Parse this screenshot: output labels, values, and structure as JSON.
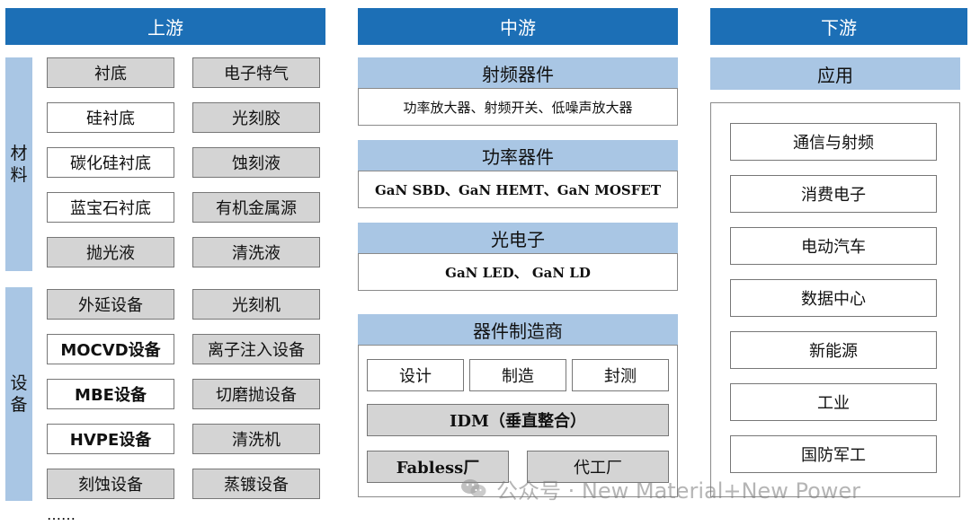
{
  "headers": {
    "upstream": "上游",
    "midstream": "中游",
    "downstream": "下游"
  },
  "upstream": {
    "materials_label": [
      "材",
      "料"
    ],
    "equipment_label": [
      "设",
      "备"
    ],
    "materials": [
      {
        "left": "衬底",
        "right": "电子特气"
      },
      {
        "left": "硅衬底",
        "right": "光刻胶"
      },
      {
        "left": "碳化硅衬底",
        "right": "蚀刻液"
      },
      {
        "left": "蓝宝石衬底",
        "right": "有机金属源"
      },
      {
        "left": "抛光液",
        "right": "清洗液"
      }
    ],
    "equipment": [
      {
        "left": "外延设备",
        "right": "光刻机"
      },
      {
        "left": "MOCVD设备",
        "right": "离子注入设备"
      },
      {
        "left": "MBE设备",
        "right": "切磨抛设备"
      },
      {
        "left": "HVPE设备",
        "right": "清洗机"
      },
      {
        "left": "刻蚀设备",
        "right": "蒸镀设备"
      }
    ],
    "ellipsis": "……"
  },
  "midstream": {
    "rf": {
      "title": "射频器件",
      "desc": "功率放大器、射频开关、低噪声放大器"
    },
    "power": {
      "title": "功率器件",
      "desc": "GaN SBD、GaN HEMT、GaN MOSFET"
    },
    "opto": {
      "title": "光电子",
      "desc": "GaN LED、 GaN LD"
    },
    "manufacturers": {
      "title": "器件制造商",
      "steps": [
        "设计",
        "制造",
        "封测"
      ],
      "idm": "IDM（垂直整合）",
      "fabless": "Fabless厂",
      "foundry": "代工厂"
    }
  },
  "downstream": {
    "title": "应用",
    "items": [
      "通信与射频",
      "消费电子",
      "电动汽车",
      "数据中心",
      "新能源",
      "工业",
      "国防军工"
    ]
  },
  "watermark": "公众号 · New Material+New Power",
  "colors": {
    "header": "#1c6fb6",
    "light_blue": "#a9c6e4",
    "grey_box": "#d4d4d4"
  }
}
